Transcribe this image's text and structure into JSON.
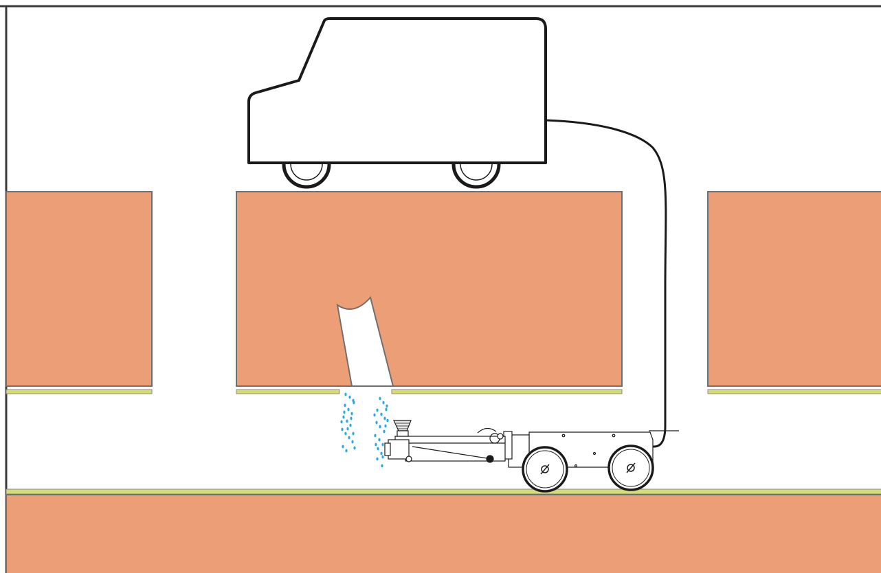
{
  "colors": {
    "background": "#ffffff",
    "soil": "#ec9f76",
    "soil_edge": "#6f6f6f",
    "liner": "#d6de6e",
    "outline": "#1a1a1a",
    "water": "#29abe2",
    "frame": "#3a3a3a"
  },
  "scene": {
    "vehicle": "service-van",
    "tether": "umbilical-cable",
    "robot": "pipe-lateral-cutter-robot",
    "lateral": "lateral-pipe-connection",
    "icons": [
      "van-icon",
      "wheel-icon",
      "cable-icon",
      "robot-icon",
      "water-drop-icon"
    ]
  }
}
